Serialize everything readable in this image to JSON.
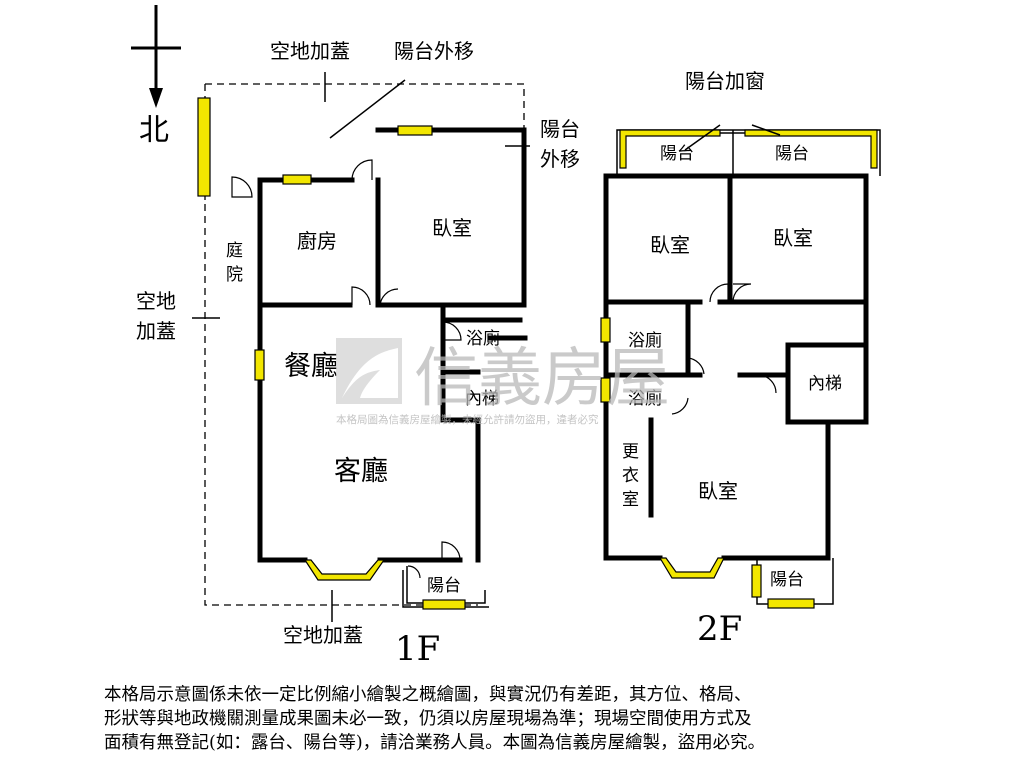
{
  "compass": {
    "north_label": "北"
  },
  "floor_1": {
    "floor_label": "1F",
    "rooms": {
      "kitchen": "廚房",
      "bedroom": "臥室",
      "courtyard_top": "庭",
      "courtyard_bottom": "院",
      "dining": "餐廳",
      "living": "客廳",
      "bathroom": "浴廁",
      "stairs": "內梯",
      "balcony": "陽台"
    },
    "annotations": {
      "top_left": "空地加蓋",
      "top_right": "陽台外移",
      "balcony_move_1": "陽台",
      "balcony_move_2": "外移",
      "left_1": "空地",
      "left_2": "加蓋",
      "bottom": "空地加蓋"
    }
  },
  "floor_2": {
    "floor_label": "2F",
    "annotation_top": "陽台加窗",
    "rooms": {
      "balcony_left": "陽台",
      "balcony_right": "陽台",
      "bedroom_left": "臥室",
      "bedroom_right": "臥室",
      "bath_upper": "浴廁",
      "bath_lower": "浴廁",
      "stairs": "內梯",
      "closet_1": "更",
      "closet_2": "衣",
      "closet_3": "室",
      "bedroom_main": "臥室",
      "balcony_bottom": "陽台"
    }
  },
  "watermark": {
    "brand": "信義房屋",
    "caption": "本格局圖為信義房屋繪製，未經允許請勿盜用，違者必究"
  },
  "disclaimer": [
    "本格局示意圖係未依一定比例縮小繪製之概繪圖，與實況仍有差距，其方位、格局、",
    "形狀等與地政機關測量成果圖未必一致，仍須以房屋現場為準；現場空間使用方式及",
    "面積有無登記(如：露台、陽台等)，請洽業務人員。本圖為信義房屋繪製，盜用必究。"
  ]
}
